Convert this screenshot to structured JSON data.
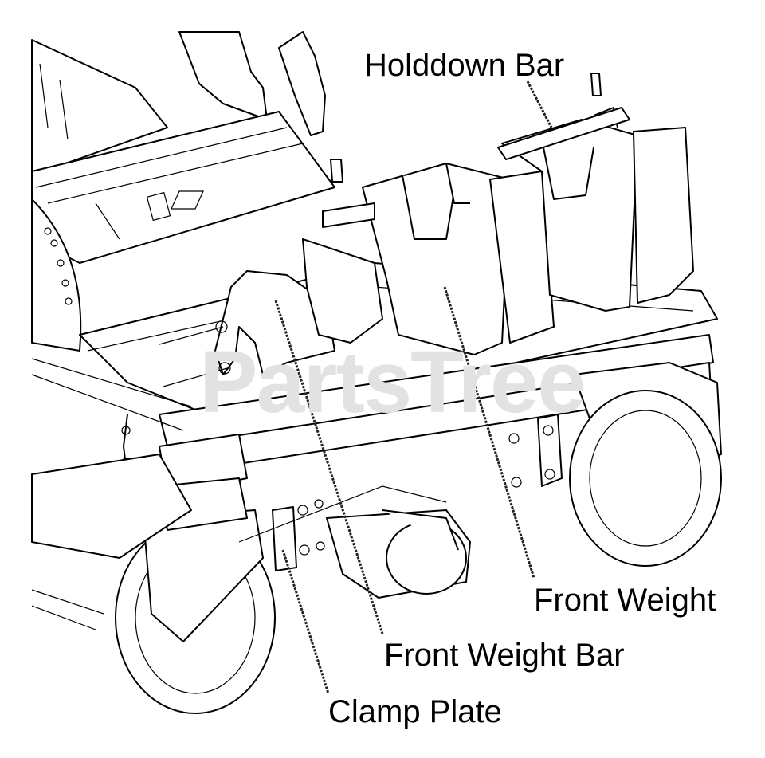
{
  "watermark": "PartsTree",
  "callouts": {
    "holddown_bar": "Holddown Bar",
    "front_weight": "Front Weight",
    "front_weight_bar": "Front Weight Bar",
    "clamp_plate": "Clamp Plate"
  }
}
